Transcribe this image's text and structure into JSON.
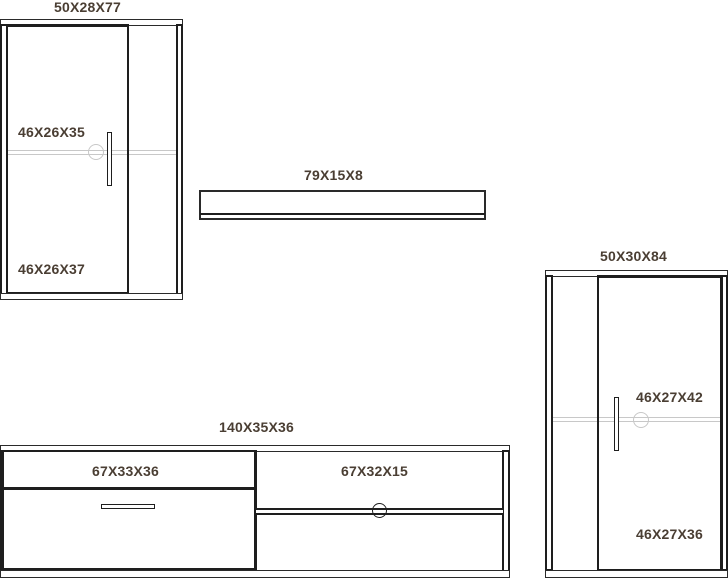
{
  "diagram": {
    "pieces": [
      {
        "id": "wall-cabinet-left",
        "label": "50X28X77",
        "compartments": [
          {
            "label": "46X26X35"
          },
          {
            "label": "46X26X37"
          }
        ]
      },
      {
        "id": "wall-shelf",
        "label": "79X15X8"
      },
      {
        "id": "tall-cabinet-right",
        "label": "50X30X84",
        "compartments": [
          {
            "label": "46X27X42"
          },
          {
            "label": "46X27X36"
          }
        ]
      },
      {
        "id": "tv-stand",
        "label": "140X35X36",
        "compartments": [
          {
            "label": "67X33X36"
          },
          {
            "label": "67X32X15"
          }
        ]
      }
    ],
    "colors": {
      "line": "#1e1e1e",
      "shelf_line": "#c8c8c8",
      "label": "#4a3e33",
      "background": "#ffffff"
    }
  }
}
